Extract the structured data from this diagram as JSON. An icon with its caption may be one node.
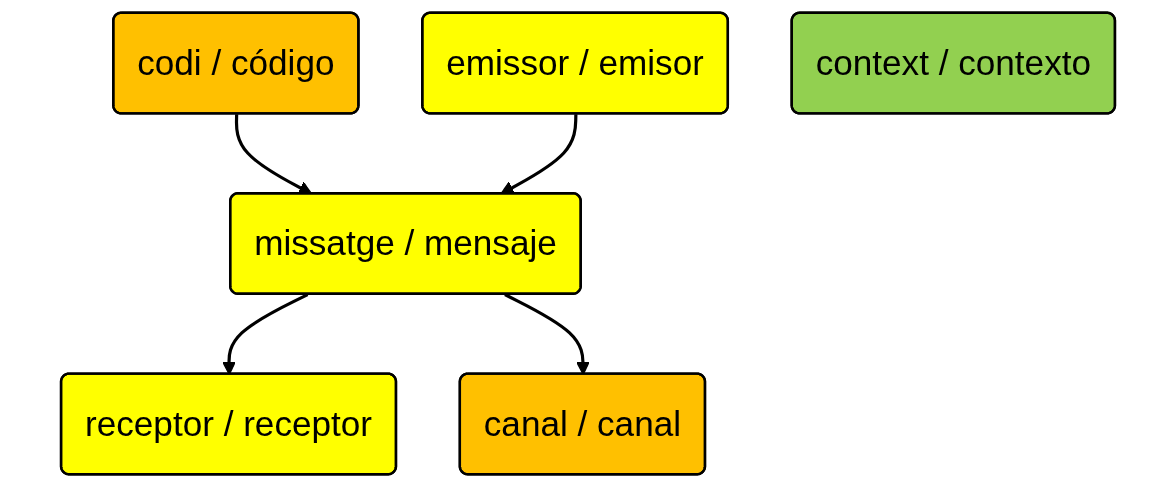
{
  "diagram": {
    "nodes": [
      {
        "text": [
          "codi / código"
        ]
      },
      {
        "text": [
          "emissor / emisor"
        ]
      },
      {
        "text": [
          "missatge / mensaje"
        ]
      },
      {
        "text": [
          "receptor / receptor"
        ]
      },
      {
        "text": [
          "canal / canal"
        ]
      },
      {
        "text": [
          "context / contexto"
        ]
      }
    ],
    "edges": [
      {
        "from": 0,
        "to": 2,
        "arrow": "to"
      },
      {
        "from": 1,
        "to": 2,
        "arrow": "to"
      },
      {
        "from": 2,
        "to": 3,
        "arrow": "to"
      },
      {
        "from": 2,
        "to": 4,
        "arrow": "to"
      }
    ]
  }
}
